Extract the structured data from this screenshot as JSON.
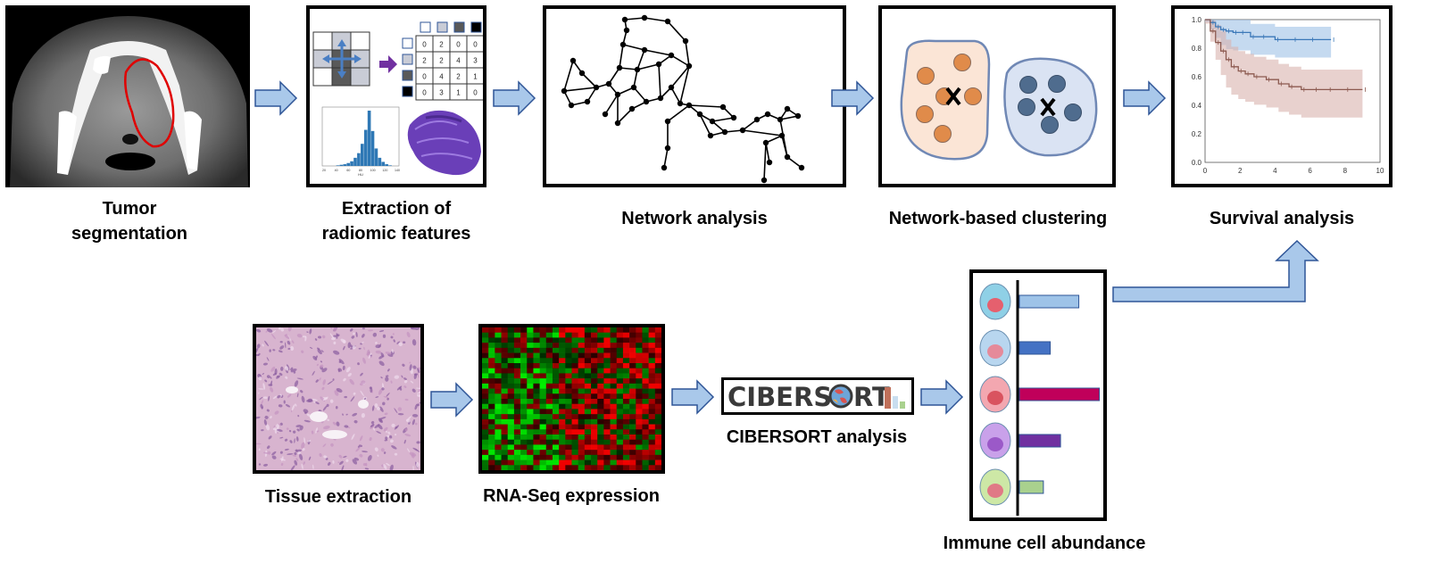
{
  "labels": {
    "tumor_segmentation": "Tumor\nsegmentation",
    "radiomic_features": "Extraction of\nradiomic features",
    "network_analysis": "Network analysis",
    "network_clustering": "Network-based clustering",
    "survival_analysis": "Survival analysis",
    "tissue_extraction": "Tissue extraction",
    "rnaseq_expression": "RNA-Seq expression",
    "cibersort_analysis": "CIBERSORT analysis",
    "immune_abundance": "Immune cell abundance"
  },
  "cibersort_logo": {
    "text_left": "CIBERS",
    "text_right": "RT"
  },
  "glcm_matrix": {
    "rows": [
      [
        "0",
        "2",
        "0",
        "0"
      ],
      [
        "2",
        "2",
        "4",
        "3"
      ],
      [
        "0",
        "4",
        "2",
        "1"
      ],
      [
        "0",
        "3",
        "1",
        "0"
      ]
    ]
  },
  "histogram": {
    "x_ticks": [
      "20",
      "40",
      "60",
      "80",
      "100",
      "120",
      "140"
    ],
    "x_label": "HU",
    "values": [
      0,
      0,
      0,
      0,
      1,
      2,
      3,
      5,
      8,
      14,
      22,
      38,
      62,
      95,
      60,
      30,
      14,
      7,
      3,
      1,
      0,
      0
    ]
  },
  "survival_chart": {
    "x_ticks": [
      "0",
      "2",
      "4",
      "6",
      "8",
      "10"
    ],
    "y_ticks": [
      "0.0",
      "0.2",
      "0.4",
      "0.6",
      "0.8",
      "1.0"
    ],
    "xlim": [
      0,
      10
    ],
    "ylim": [
      0,
      1
    ],
    "series": [
      {
        "color": "#3b78b8",
        "band": "#9ec2e6",
        "x": [
          0,
          0.3,
          0.6,
          0.9,
          1.2,
          1.6,
          2.0,
          2.6,
          3.2,
          4.0,
          5.0,
          6.0,
          7.2
        ],
        "y": [
          1.0,
          0.98,
          0.95,
          0.93,
          0.92,
          0.91,
          0.91,
          0.88,
          0.88,
          0.86,
          0.86,
          0.86,
          0.86
        ]
      },
      {
        "color": "#8c5a50",
        "band": "#d9b3ad",
        "x": [
          0,
          0.3,
          0.6,
          0.9,
          1.2,
          1.5,
          1.9,
          2.3,
          2.8,
          3.5,
          4.2,
          4.8,
          5.5,
          6.2,
          7.0,
          8.0,
          9.0
        ],
        "y": [
          1.0,
          0.92,
          0.84,
          0.78,
          0.72,
          0.67,
          0.64,
          0.62,
          0.6,
          0.58,
          0.55,
          0.53,
          0.51,
          0.51,
          0.51,
          0.51,
          0.51
        ]
      }
    ]
  },
  "heatmap": {
    "rows": 28,
    "cols": 28
  },
  "immune_cells": [
    {
      "cell": "cell-1",
      "value": 0.52,
      "color": "#9ec3e8",
      "border": "#2f5597",
      "body": "#8fd0e6",
      "nucleus": "#e5606e"
    },
    {
      "cell": "cell-2",
      "value": 0.27,
      "color": "#4472c4",
      "border": "#2f5597",
      "body": "#b8d6ef",
      "nucleus": "#e58a9a"
    },
    {
      "cell": "cell-3",
      "value": 0.7,
      "color": "#c0005a",
      "border": "#2f5597",
      "body": "#f3a7b0",
      "nucleus": "#d9535f"
    },
    {
      "cell": "cell-4",
      "value": 0.36,
      "color": "#7030a0",
      "border": "#2f5597",
      "body": "#c9a1ea",
      "nucleus": "#9b59c8"
    },
    {
      "cell": "cell-5",
      "value": 0.21,
      "color": "#a9d18e",
      "border": "#2f5597",
      "body": "#cde8a6",
      "nucleus": "#e07a86"
    }
  ],
  "colors": {
    "arrow_fill": "#a9c8ea",
    "arrow_stroke": "#2f5597",
    "cluster_left_fill": "#fbe5d6",
    "cluster_left_dot": "#e08b4a",
    "cluster_right_fill": "#dae3f3",
    "cluster_right_dot": "#4f6c8e",
    "cluster_stroke": "#7088b5"
  }
}
